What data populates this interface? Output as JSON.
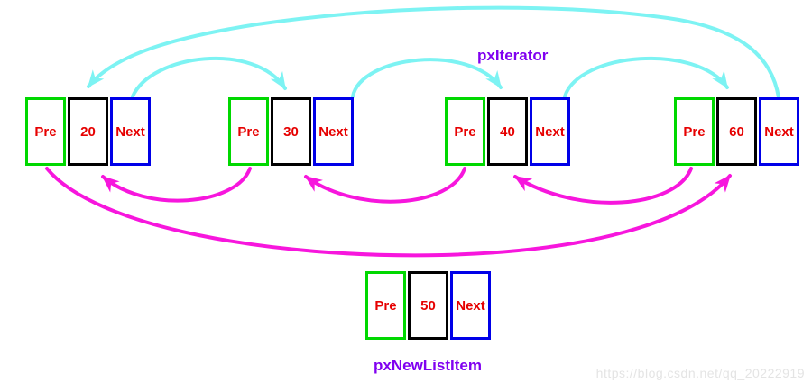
{
  "diagram": {
    "type": "circular-doubly-linked-list",
    "labels": {
      "iterator": "pxIterator",
      "new_list_item": "pxNewListItem",
      "watermark": "https://blog.csdn.net/qq_20222919"
    },
    "nodes": [
      {
        "pre": "Pre",
        "value": "20",
        "next": "Next"
      },
      {
        "pre": "Pre",
        "value": "30",
        "next": "Next"
      },
      {
        "pre": "Pre",
        "value": "40",
        "next": "Next"
      },
      {
        "pre": "Pre",
        "value": "60",
        "next": "Next"
      },
      {
        "pre": "Pre",
        "value": "50",
        "next": "Next"
      }
    ],
    "edges": {
      "next_pointers": [
        {
          "from": "20",
          "to": "30"
        },
        {
          "from": "30",
          "to": "40"
        },
        {
          "from": "40",
          "to": "60"
        },
        {
          "from": "60",
          "to": "20"
        }
      ],
      "pre_pointers": [
        {
          "from": "30",
          "to": "20"
        },
        {
          "from": "40",
          "to": "30"
        },
        {
          "from": "60",
          "to": "40"
        },
        {
          "from": "20",
          "to": "60"
        }
      ]
    },
    "colors": {
      "pre_box_border": "#00d800",
      "value_box_border": "#000000",
      "next_box_border": "#0000e8",
      "box_text": "#e60000",
      "label_text": "#8000f0",
      "next_arrow": "#7df3f3",
      "pre_arrow": "#f716dd",
      "watermark_text": "#e4e4e4",
      "background": "#ffffff"
    }
  }
}
